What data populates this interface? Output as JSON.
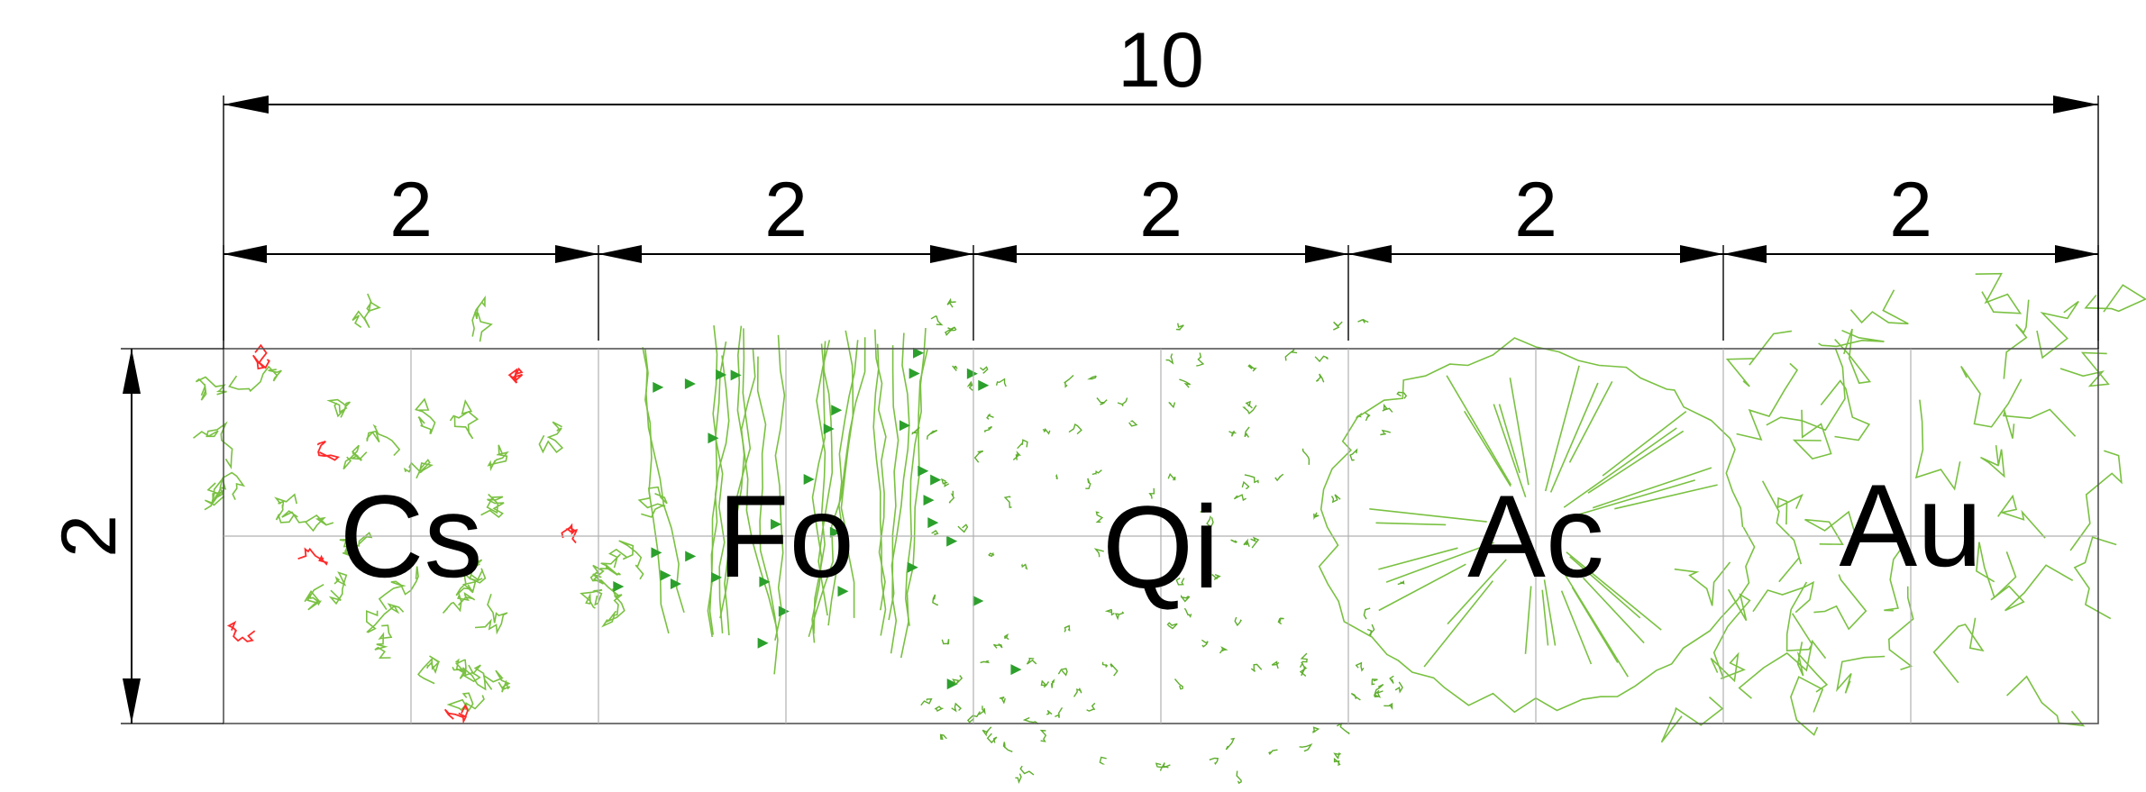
{
  "dimensions": {
    "total_width": "10",
    "segment_widths": [
      "2",
      "2",
      "2",
      "2",
      "2"
    ],
    "height": "2"
  },
  "modules": [
    {
      "code": "Cs"
    },
    {
      "code": "Fo"
    },
    {
      "code": "Qi"
    },
    {
      "code": "Ac"
    },
    {
      "code": "Au"
    }
  ],
  "colors": {
    "vegetation_line": "#7ac142",
    "vegetation_marker": "#2ca02c",
    "highlight": "#ff2a2a",
    "dimension_line": "#000000",
    "grid_line": "#b0b0b0"
  }
}
